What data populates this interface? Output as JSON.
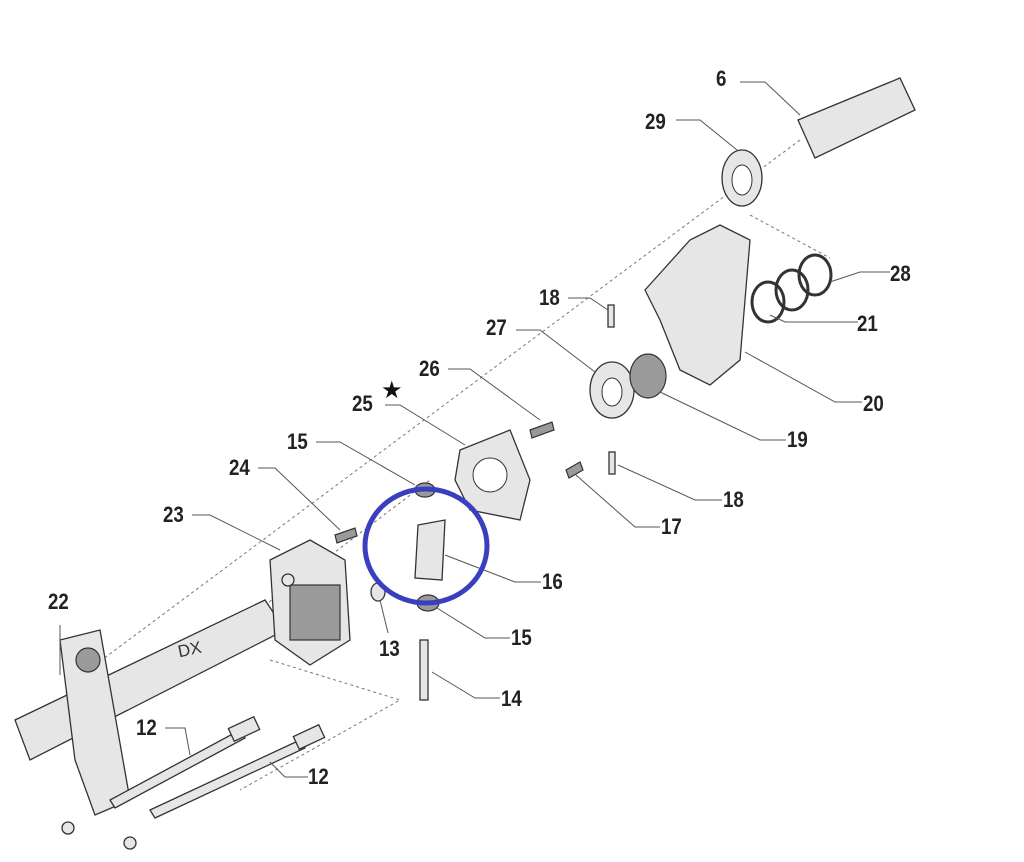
{
  "diagram": {
    "labels": {
      "p6": "6",
      "p29": "29",
      "p28": "28",
      "p18a": "18",
      "p27": "27",
      "p21": "21",
      "p26": "26",
      "p25": "25",
      "p20": "20",
      "p19": "19",
      "p15a": "15",
      "p18b": "18",
      "p24": "24",
      "p23": "23",
      "p17": "17",
      "p16": "16",
      "p22": "22",
      "p13": "13",
      "p15b": "15",
      "p14": "14",
      "p12a": "12",
      "p12b": "12"
    },
    "star": "★",
    "shaft_marking": "DX",
    "highlight_color": "#3a3fc0"
  }
}
